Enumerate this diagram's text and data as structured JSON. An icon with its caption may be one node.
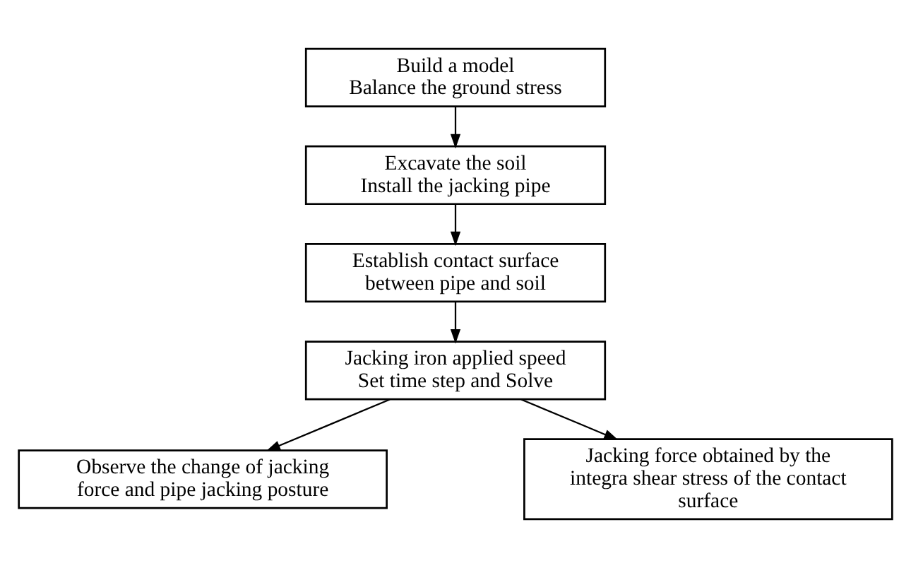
{
  "diagram": {
    "nodes": [
      {
        "text": [
          "Build a model",
          "Balance the ground stress"
        ]
      },
      {
        "text": [
          "Excavate the soil",
          "Install the jacking pipe"
        ]
      },
      {
        "text": [
          "Establish contact surface between pipe and soil"
        ]
      },
      {
        "text": [
          "Jacking iron applied speed",
          "Set time step and Solve"
        ]
      },
      {
        "text": [
          "Observe the change of jacking force and pipe jacking posture"
        ]
      },
      {
        "text": [
          "Jacking force obtained by the integra shear stress of the contact surface"
        ]
      }
    ],
    "edges": [
      {
        "from": 0,
        "to": 1,
        "arrow": "to"
      },
      {
        "from": 1,
        "to": 2,
        "arrow": "to"
      },
      {
        "from": 2,
        "to": 3,
        "arrow": "to"
      },
      {
        "from": 3,
        "to": 4,
        "arrow": "to"
      },
      {
        "from": 3,
        "to": 5,
        "arrow": "to"
      }
    ]
  }
}
